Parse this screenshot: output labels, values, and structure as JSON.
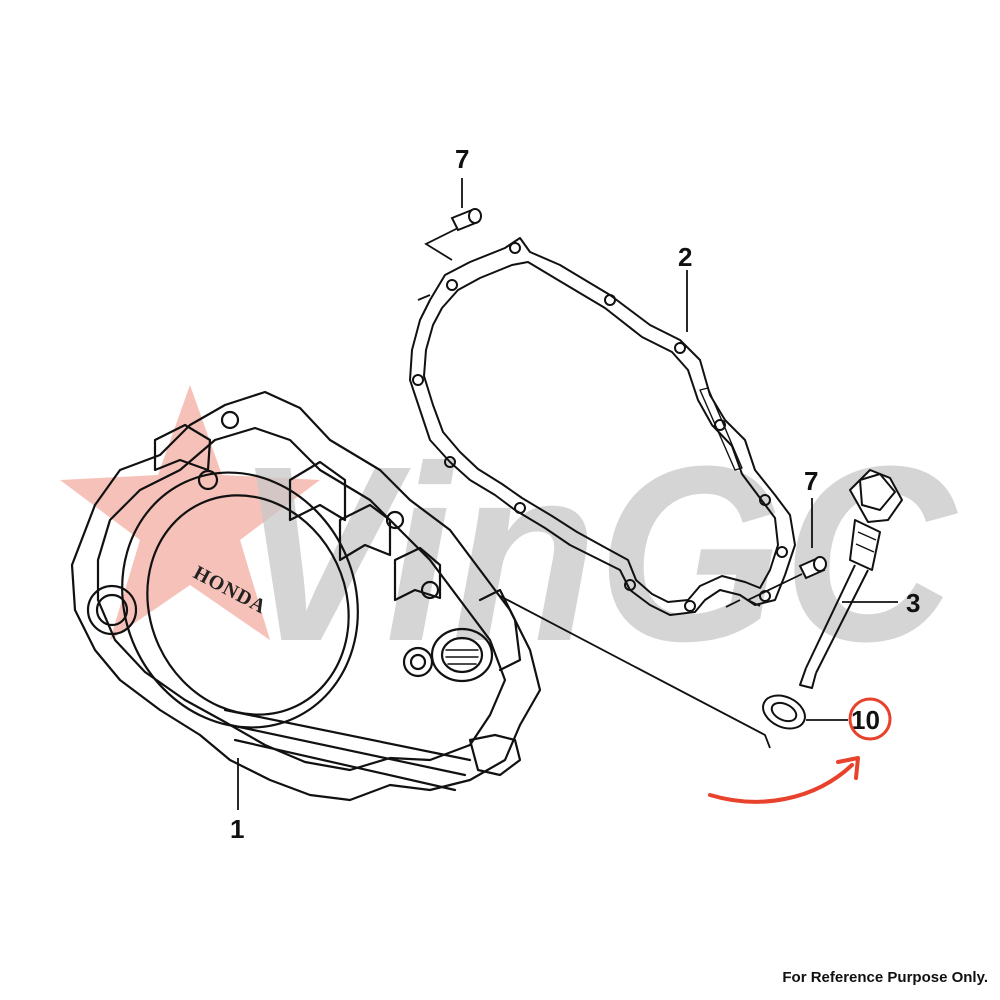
{
  "diagram": {
    "part_numbers": {
      "p1": "1",
      "p2": "2",
      "p3": "3",
      "p7_top": "7",
      "p7_right": "7",
      "p10": "10"
    },
    "emblem_text": "HONDA",
    "watermark_text": "VinGC",
    "highlight_color": "#e8412c",
    "watermark_star_color": "#f4b6ad",
    "watermark_text_color": "#c8c8c8"
  },
  "footer": {
    "note": "For Reference Purpose Only."
  }
}
